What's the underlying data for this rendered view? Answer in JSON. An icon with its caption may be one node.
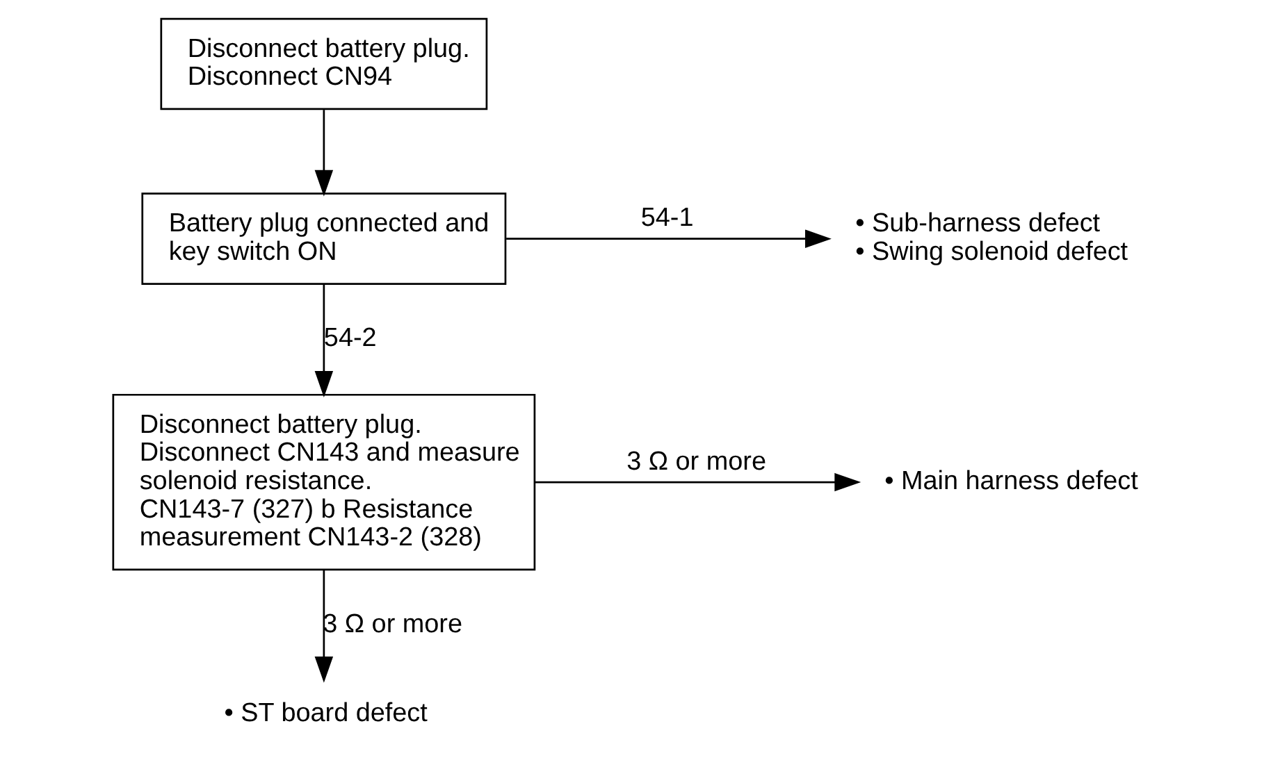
{
  "diagram": {
    "nodes": [
      {
        "text": [
          "Disconnect battery plug. Disconnect CN94"
        ]
      },
      {
        "text": [
          "Battery plug connected and key switch ON"
        ]
      },
      {
        "text": [
          "Disconnect battery plug. Disconnect CN143 and measure solenoid resistance.",
          "CN143-7 (327) b Resistance measurement CN143-2 (328)"
        ]
      },
      {
        "text": [
          "• Sub-harness defect",
          "• Swing solenoid defect"
        ]
      },
      {
        "text": [
          "• Main harness defect"
        ]
      },
      {
        "text": [
          "• ST board defect"
        ]
      }
    ],
    "edges": [
      {
        "from": 0,
        "to": 1,
        "arrow": "to"
      },
      {
        "from": 1,
        "to": 3,
        "arrow": "to",
        "label": "54-1"
      },
      {
        "from": 1,
        "to": 2,
        "arrow": "to",
        "label": "54-2"
      },
      {
        "from": 2,
        "to": 4,
        "arrow": "to",
        "label": "3 Ω or more"
      },
      {
        "from": 2,
        "to": 5,
        "arrow": "to",
        "label": "3 Ω or more"
      }
    ]
  }
}
